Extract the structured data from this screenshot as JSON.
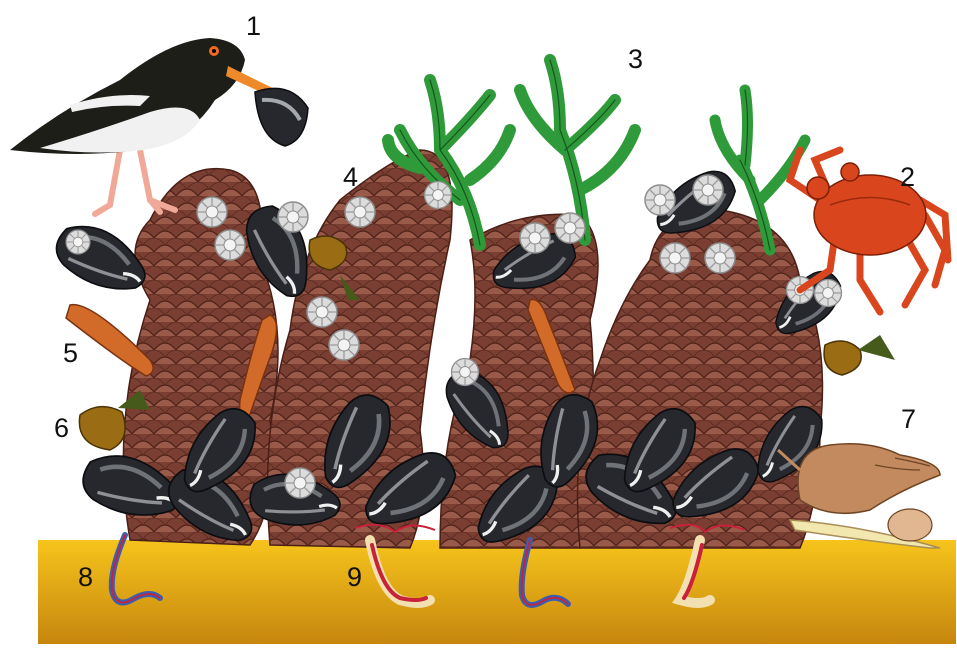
{
  "labels": {
    "oystercatcher": "1",
    "crab": "2",
    "seaweed": "3",
    "barnacle": "4",
    "worm_tube": "5",
    "periwinkle": "6",
    "whelk": "7",
    "ragworm": "8",
    "polychaete": "9"
  },
  "colors": {
    "sediment_top": "#f5c21a",
    "sediment_bottom": "#c98a10",
    "reef": "#7a3e32",
    "reef_scale": "#9a5a4a",
    "mussel": "#2a2c31",
    "mussel_highlight": "#8f9399",
    "barnacle": "#e6e6e6",
    "seaweed": "#2f9a3a",
    "crab": "#d9461e",
    "bird_body": "#1c1e17",
    "bird_belly": "#f1f1f1",
    "bird_bill": "#ef8a2a",
    "bird_legs": "#f0a998",
    "periwinkle": "#9a6c14",
    "whelk": "#c28a5e",
    "worm_blue": "#3a5fb0",
    "worm_red": "#c8223a"
  },
  "icons": [
    "oystercatcher-icon",
    "crab-icon",
    "seaweed-icon",
    "barnacle-icon",
    "mussel-icon",
    "periwinkle-icon",
    "whelk-icon",
    "ragworm-icon",
    "polychaete-icon",
    "worm-tube-icon"
  ]
}
